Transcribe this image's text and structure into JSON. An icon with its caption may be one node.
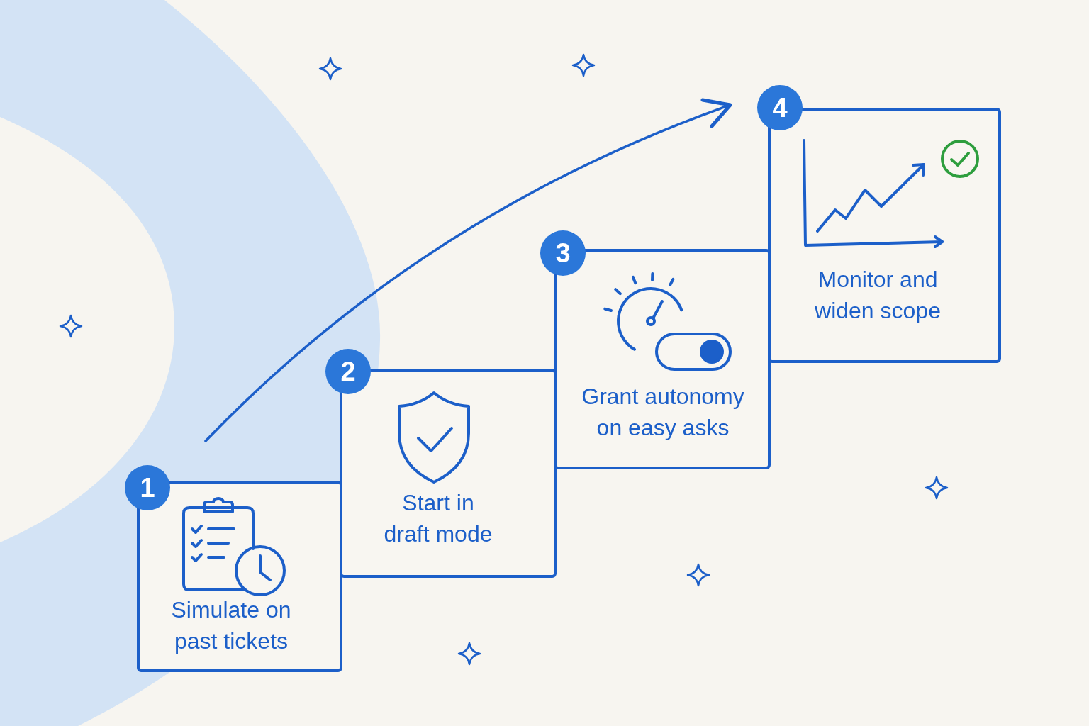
{
  "diagram": {
    "nodes": [
      {
        "text": [
          "1"
        ]
      },
      {
        "text": [
          "Simulate on past tickets"
        ]
      },
      {
        "text": [
          "2"
        ]
      },
      {
        "text": [
          "Start in draft mode"
        ]
      },
      {
        "text": [
          "3"
        ]
      },
      {
        "text": [
          "Grant autonomy on easy asks"
        ]
      },
      {
        "text": [
          "4"
        ]
      },
      {
        "text": [
          "Monitor and widen scope"
        ]
      }
    ]
  }
}
